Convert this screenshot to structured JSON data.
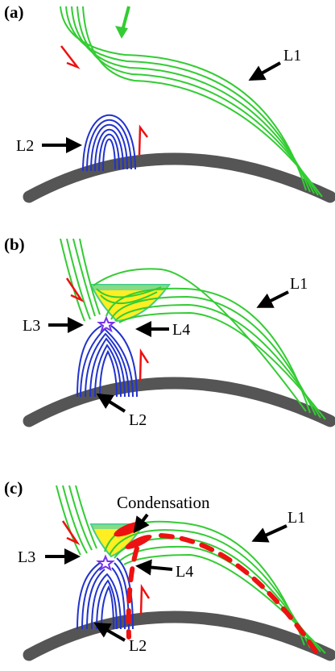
{
  "panels": [
    {
      "label": "(a)",
      "annotations": {
        "L1": "L1",
        "L2": "L2"
      }
    },
    {
      "label": "(b)",
      "annotations": {
        "L1": "L1",
        "L2": "L2",
        "L3": "L3",
        "L4": "L4"
      }
    },
    {
      "label": "(c)",
      "annotations": {
        "L1": "L1",
        "L2": "L2",
        "L3": "L3",
        "L4": "L4",
        "condensation": "Condensation"
      }
    }
  ],
  "colors": {
    "open_field_lines": "#33cc33",
    "closed_loops": "#2233cc",
    "surface": "#555555",
    "flow_arrows": "#ee1111",
    "reconnection_region": "#ffee22",
    "reconnection_fill_edge": "#44cc88",
    "reconnection_point": "#7733ee",
    "condensation": "#ee1111",
    "inflow_arrow": "#33cc33"
  },
  "icons": {
    "reconnection_point": "star-icon",
    "annotation_pointer": "arrow-icon"
  }
}
